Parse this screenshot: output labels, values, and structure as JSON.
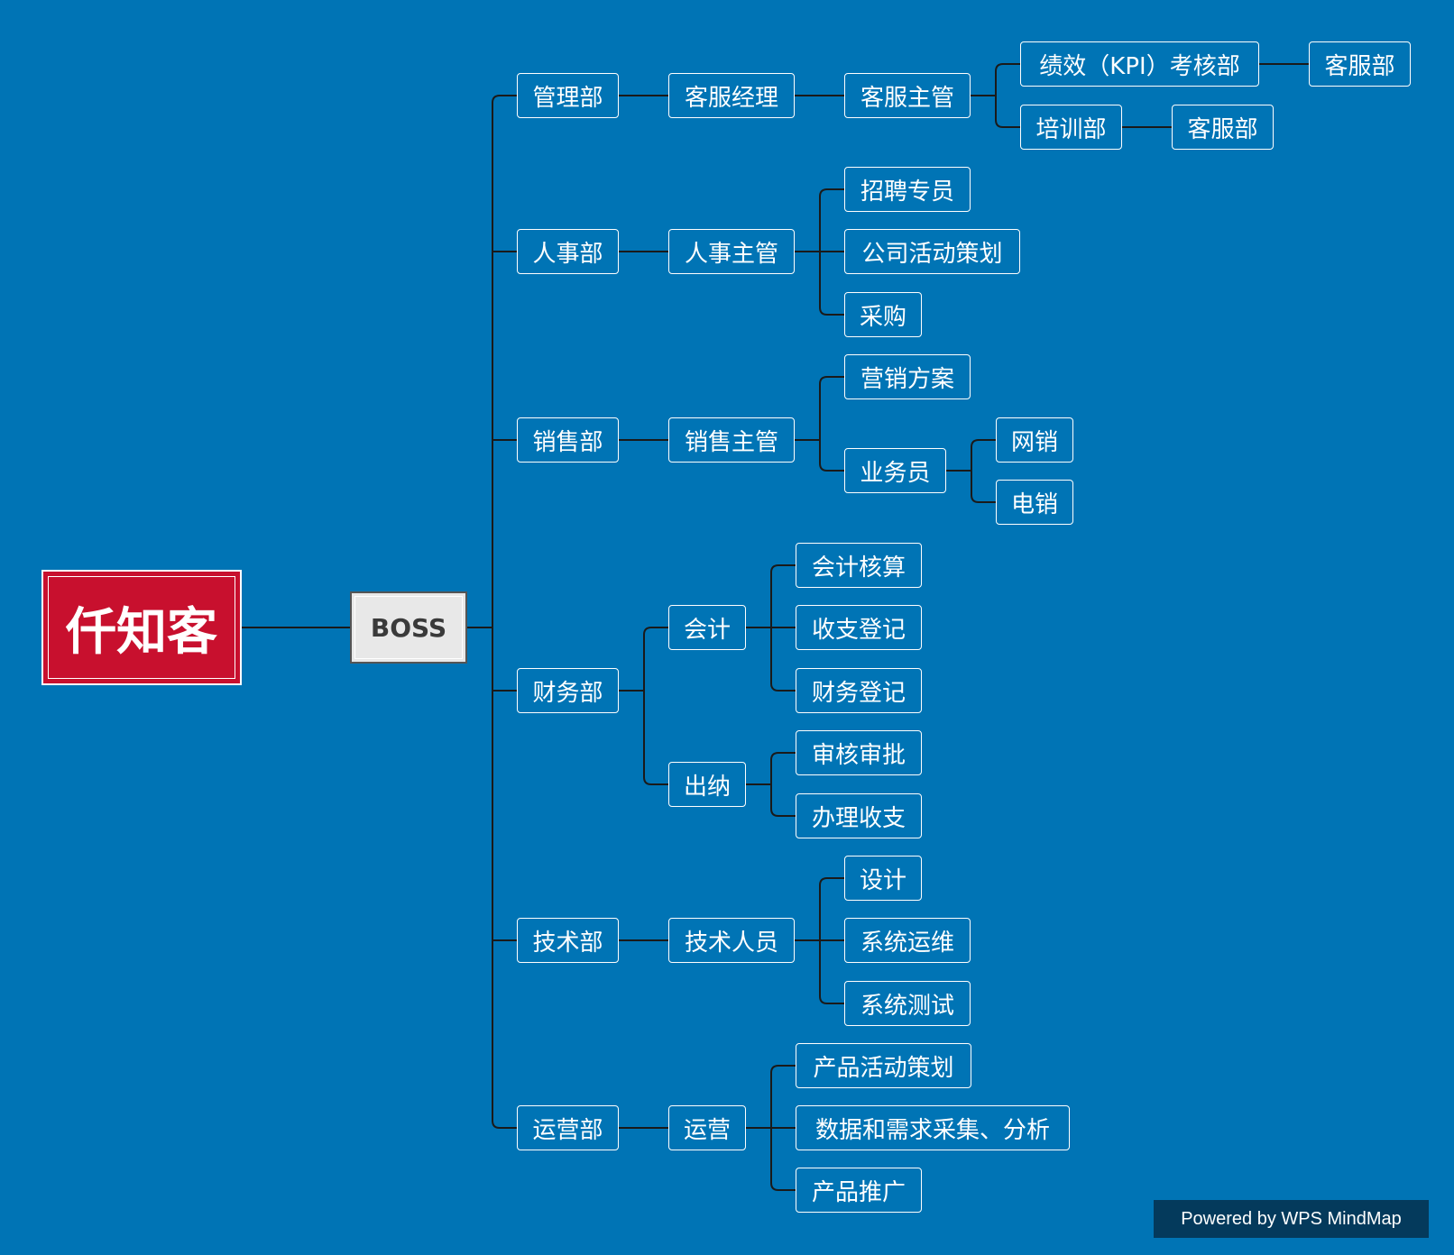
{
  "root": {
    "label": "仟知客"
  },
  "boss": {
    "label": "BOSS"
  },
  "departments": [
    {
      "label": "管理部",
      "children": [
        {
          "label": "客服经理",
          "children": [
            {
              "label": "客服主管",
              "children": [
                {
                  "label": "绩效（KPI）考核部",
                  "children": [
                    {
                      "label": "客服部"
                    }
                  ]
                },
                {
                  "label": "培训部",
                  "children": [
                    {
                      "label": "客服部"
                    }
                  ]
                }
              ]
            }
          ]
        }
      ]
    },
    {
      "label": "人事部",
      "children": [
        {
          "label": "人事主管",
          "children": [
            {
              "label": "招聘专员"
            },
            {
              "label": "公司活动策划"
            },
            {
              "label": "采购"
            }
          ]
        }
      ]
    },
    {
      "label": "销售部",
      "children": [
        {
          "label": "销售主管",
          "children": [
            {
              "label": "营销方案"
            },
            {
              "label": "业务员",
              "children": [
                {
                  "label": "网销"
                },
                {
                  "label": "电销"
                }
              ]
            }
          ]
        }
      ]
    },
    {
      "label": "财务部",
      "children": [
        {
          "label": "会计",
          "children": [
            {
              "label": "会计核算"
            },
            {
              "label": "收支登记"
            },
            {
              "label": "财务登记"
            }
          ]
        },
        {
          "label": "出纳",
          "children": [
            {
              "label": "审核审批"
            },
            {
              "label": "办理收支"
            }
          ]
        }
      ]
    },
    {
      "label": "技术部",
      "children": [
        {
          "label": "技术人员",
          "children": [
            {
              "label": "设计"
            },
            {
              "label": "系统运维"
            },
            {
              "label": "系统测试"
            }
          ]
        }
      ]
    },
    {
      "label": "运营部",
      "children": [
        {
          "label": "运营",
          "children": [
            {
              "label": "产品活动策划"
            },
            {
              "label": "数据和需求采集、分析"
            },
            {
              "label": "产品推广"
            }
          ]
        }
      ]
    }
  ],
  "footer": {
    "badge": "Powered by WPS MindMap"
  },
  "colors": {
    "background": "#0074b5",
    "root": "#c8102e",
    "boss": "#e8e8e8",
    "badge": "#043a5c",
    "line": "#1a1a1a"
  }
}
